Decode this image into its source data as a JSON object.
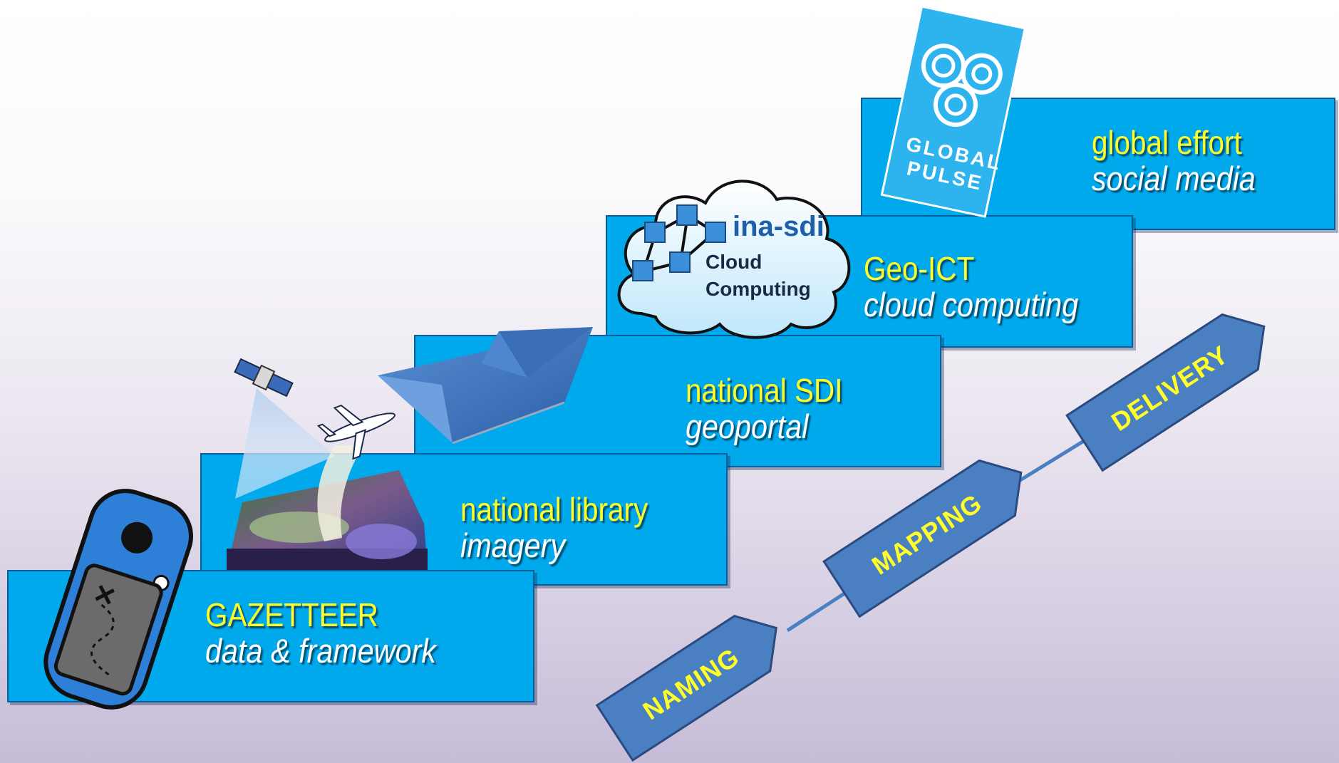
{
  "steps": [
    {
      "title": "GAZETTEER",
      "subtitle": "data & framework"
    },
    {
      "title": "national library",
      "subtitle": "imagery"
    },
    {
      "title": "national SDI",
      "subtitle": "geoportal"
    },
    {
      "title": "Geo-ICT",
      "subtitle": "cloud computing"
    },
    {
      "title": "global effort",
      "subtitle": "social media"
    }
  ],
  "process_arrows": [
    "NAMING",
    "MAPPING",
    "DELIVERY"
  ],
  "cloud": {
    "title": "ina-sdi",
    "line1": "Cloud",
    "line2": "Computing"
  },
  "logo": {
    "line1": "GLOBAL",
    "line2": "PULSE"
  },
  "colors": {
    "step_fill": "#00a8ec",
    "step_title": "#ffff2a",
    "step_subtitle": "#ffffff",
    "arrow_fill": "#4a7fc1"
  },
  "icons": [
    "gps-device-icon",
    "satellite-icon",
    "airplane-icon",
    "satellite-imagery-icon",
    "paper-boat-icon",
    "cloud-network-icon",
    "global-pulse-logo-icon"
  ]
}
